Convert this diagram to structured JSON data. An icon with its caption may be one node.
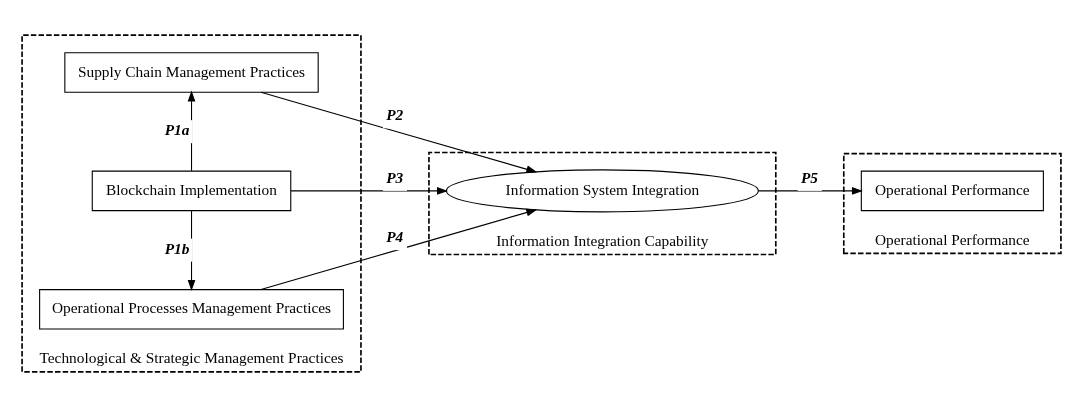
{
  "diagram": {
    "nodes": [
      {
        "text": [
          "Technological & Strategic Management Practices"
        ]
      },
      {
        "text": [
          "Supply Chain Management Practices"
        ],
        "in": 0
      },
      {
        "text": [
          "Blockchain Implementation"
        ],
        "in": 0
      },
      {
        "text": [
          "Operational Processes Management Practices"
        ],
        "in": 0
      },
      {
        "text": [
          "Information Integration Capability"
        ]
      },
      {
        "text": [
          "Information System Integration"
        ],
        "in": 4
      },
      {
        "text": [
          "Operational Performance"
        ]
      },
      {
        "text": [
          "Operational Performance"
        ],
        "in": 6
      }
    ],
    "edges": [
      {
        "from": 2,
        "to": 1,
        "arrow": "to",
        "label": "P1a"
      },
      {
        "from": 2,
        "to": 3,
        "arrow": "to",
        "label": "P1b"
      },
      {
        "from": 1,
        "to": 5,
        "arrow": "to",
        "label": "P2"
      },
      {
        "from": 2,
        "to": 5,
        "arrow": "to",
        "label": "P3"
      },
      {
        "from": 3,
        "to": 5,
        "arrow": "to",
        "label": "P4"
      },
      {
        "from": 5,
        "to": 7,
        "arrow": "to",
        "label": "P5"
      }
    ]
  }
}
